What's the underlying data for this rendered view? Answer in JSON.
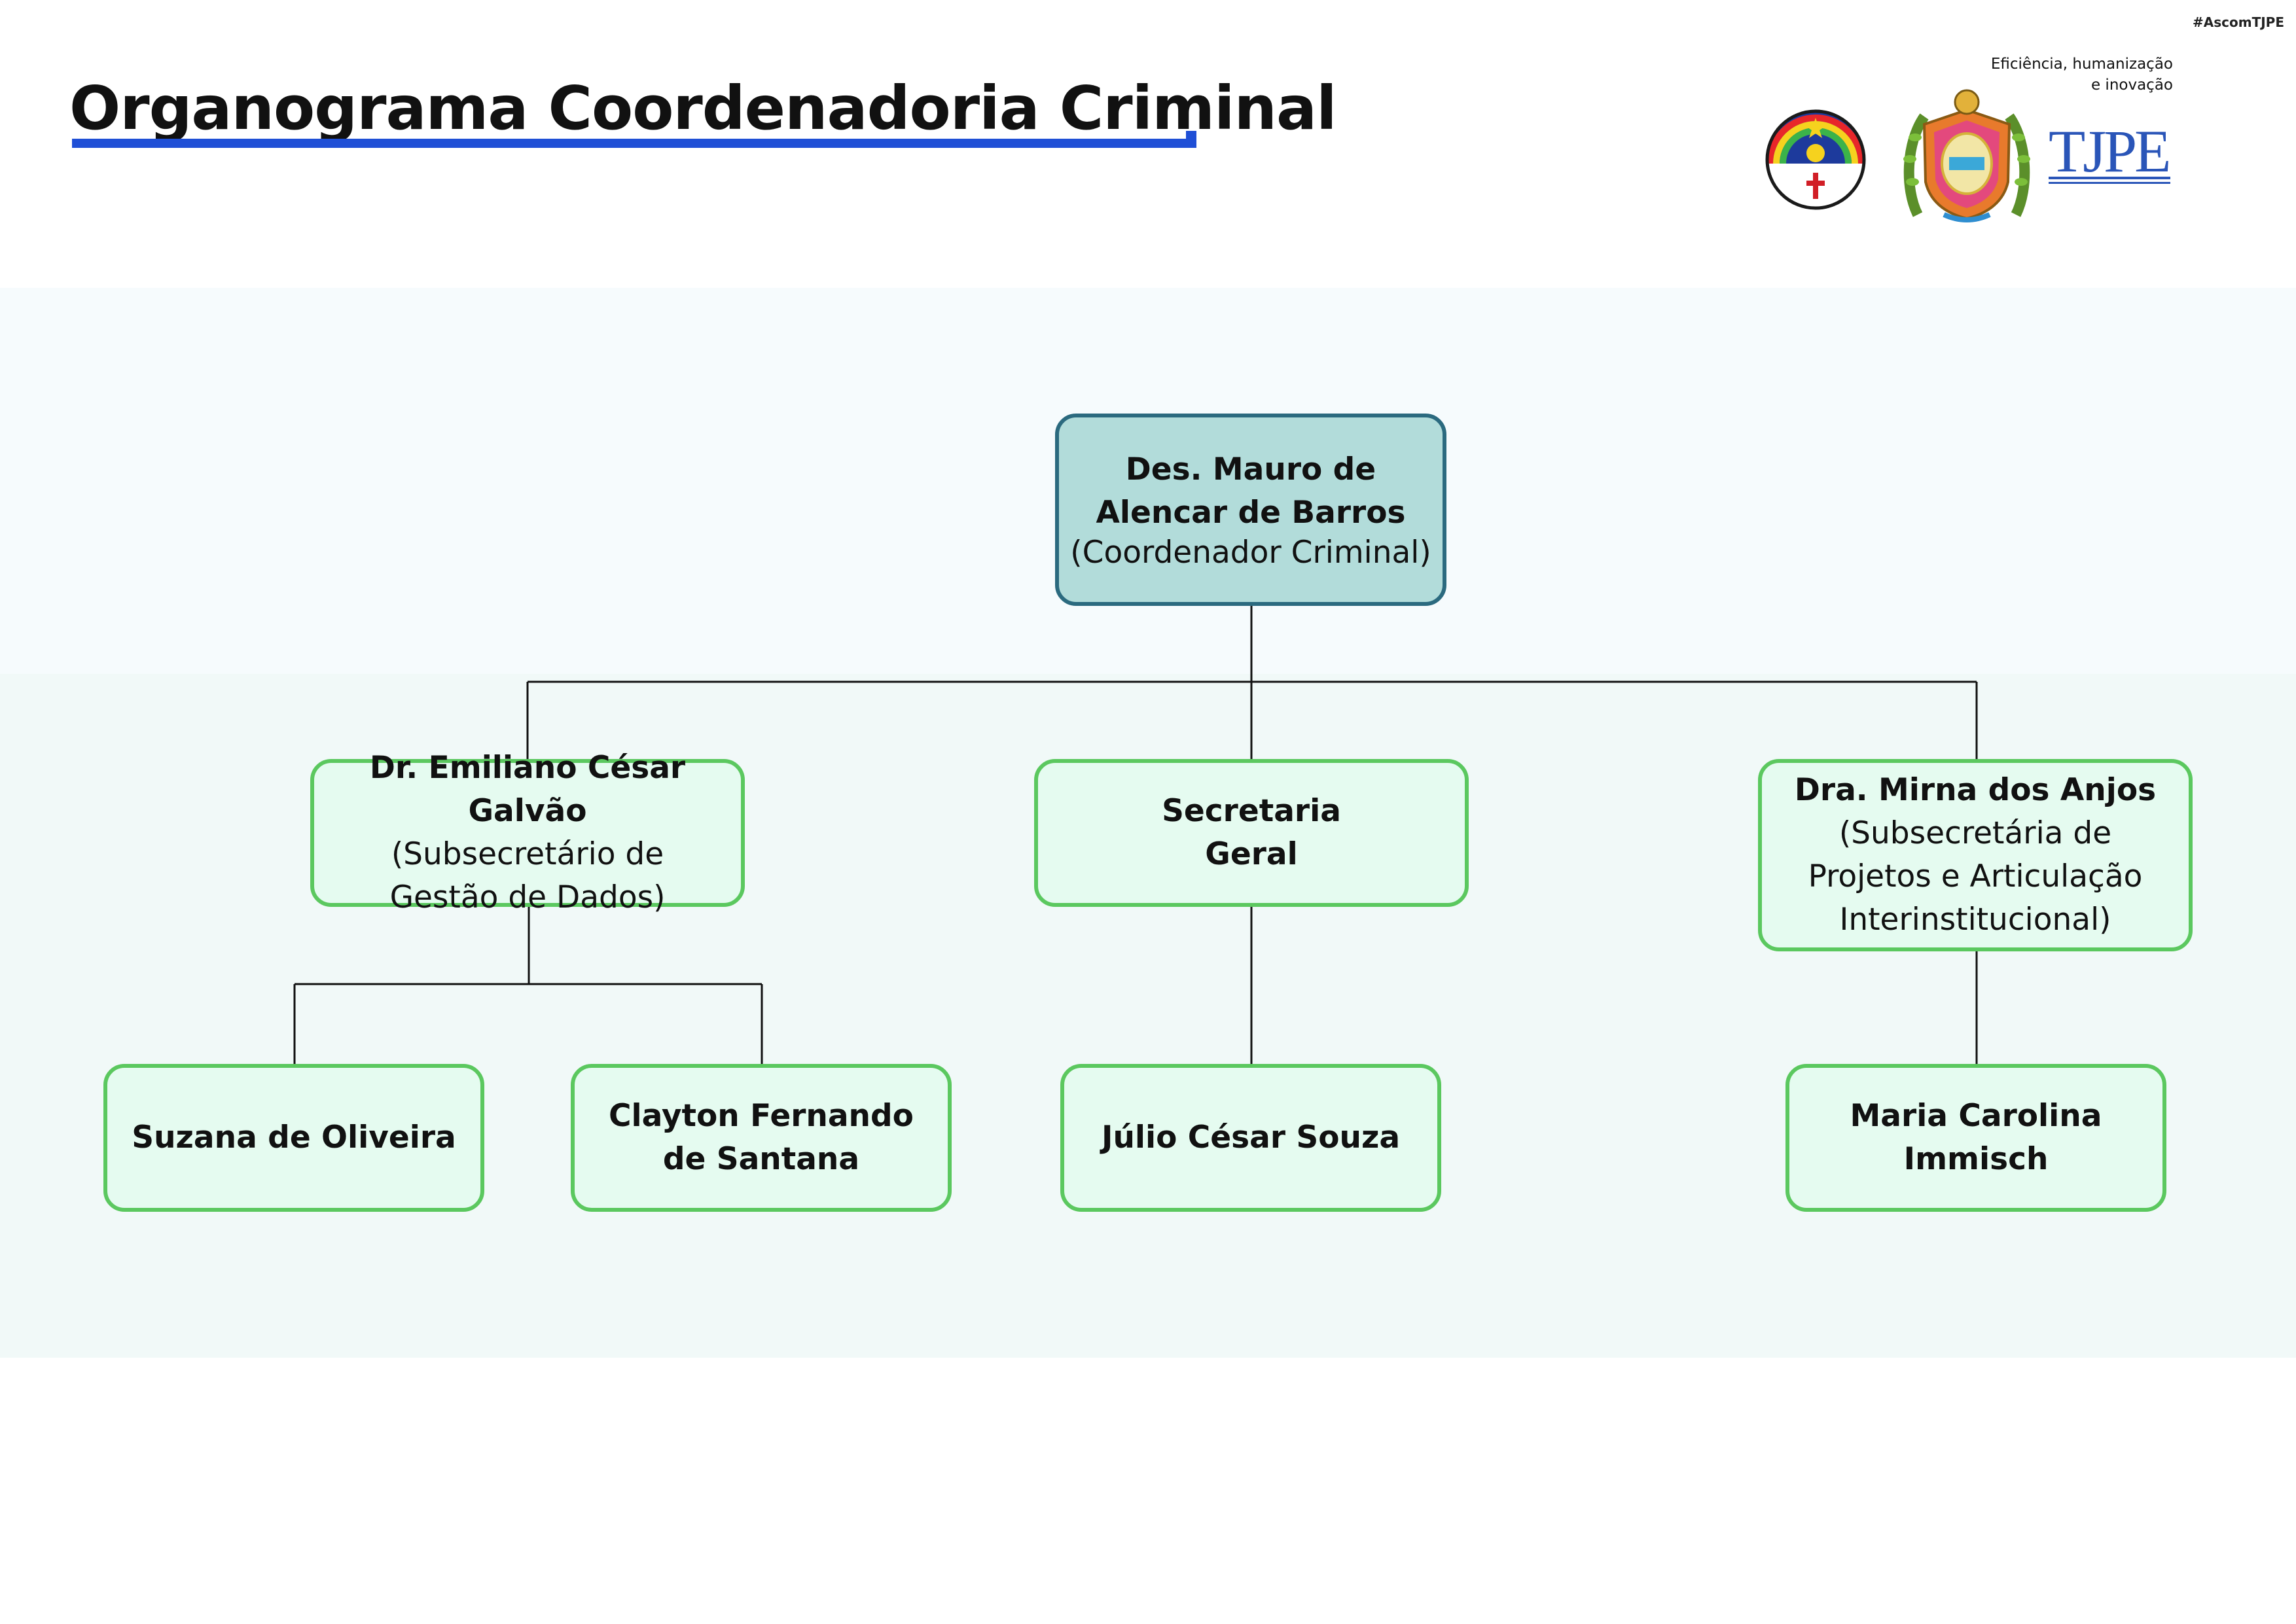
{
  "hashtag": "#AscomTJPE",
  "title": "Organograma Coordenadoria Criminal",
  "slogan": {
    "line1": "Eficiência, humanização",
    "line2": "e inovação"
  },
  "logos": {
    "state_flag": "pernambuco-flag-icon",
    "coat_of_arms": "tjpe-coat-of-arms-icon",
    "wordmark": "TJPE"
  },
  "colors": {
    "title_underline": "#1f4fd6",
    "root_fill": "#b2dcda",
    "root_border": "#2b6a7f",
    "node_fill": "#e5fbf0",
    "node_border": "#5bc85f",
    "connector": "#111111"
  },
  "org": {
    "root": {
      "name": "Des. Mauro de\nAlencar de Barros",
      "role": "(Coordenador Criminal)"
    },
    "emiliano": {
      "name": "Dr. Emiliano César Galvão",
      "role": "(Subsecretário de\nGestão de Dados)"
    },
    "secretaria": {
      "name": "Secretaria\nGeral",
      "role": ""
    },
    "mirna": {
      "name": "Dra. Mirna dos Anjos",
      "role": "(Subsecretária de\nProjetos e Articulação\nInterinstitucional)"
    },
    "suzana": {
      "name": "Suzana de Oliveira",
      "role": ""
    },
    "clayton": {
      "name": "Clayton Fernando\nde Santana",
      "role": ""
    },
    "julio": {
      "name": "Júlio César Souza",
      "role": ""
    },
    "maria": {
      "name": "Maria Carolina Immisch",
      "role": ""
    }
  }
}
